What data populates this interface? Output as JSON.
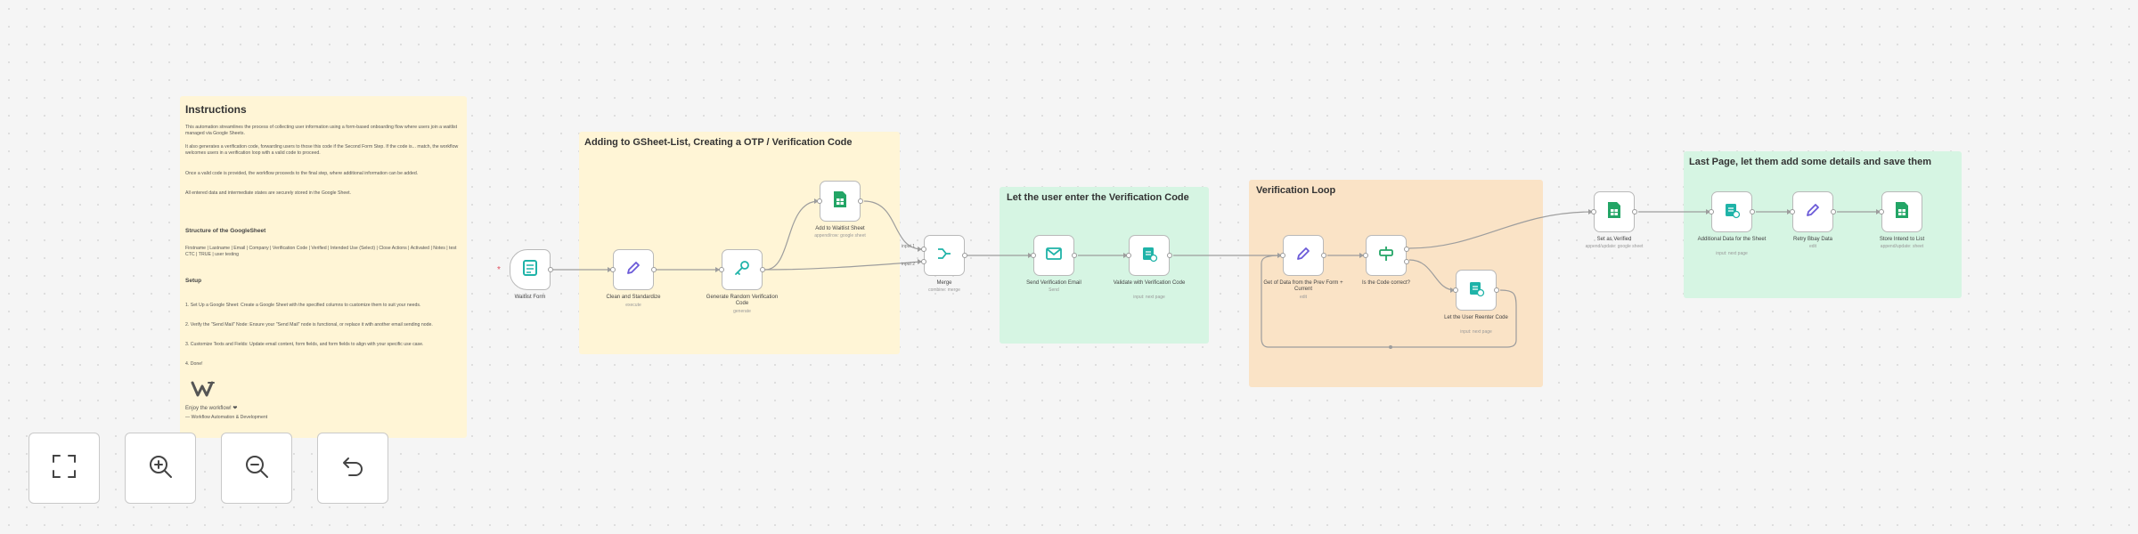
{
  "canvas": {
    "background": "#f5f5f5"
  },
  "instructions": {
    "title": "Instructions",
    "para1": "This automation streamlines the process of collecting user information using a form-based onboarding flow where users join a waitlist managed via Google Sheets.",
    "para2": "It also generates a verification code, forwarding users to those this code if the Second Form Step. If the code is... match, the workflow welcomes users in a verification loop with a valid code to proceed.",
    "para3": "Once a valid code is provided, the workflow proceeds to the final step, where additional information can be added.",
    "para4": "All entered data and intermediate states are securely stored in the Google Sheet.",
    "structure_head": "Structure of the GoogleSheet",
    "structure_text": "Firstname | Lastname | Email | Company | Verification Code | Verified | Intended Use (Select) | Close Actions | Activated | Notes | test CTC | TRUE | user testing",
    "setup_head": "Setup",
    "setup_items": [
      "1. Set Up a Google Sheet: Create a Google Sheet with the specified columns to customize them to suit your needs.",
      "2. Verify the \"Send Mail\" Node: Ensure your \"Send Mail\" node is functional, or replace it with another email sending node.",
      "3. Customize Texts and Fields: Update email content, form fields, and form fields to align with your specific use case.",
      "4. Done!"
    ],
    "footer_line1": "Enjoy the workflow! ❤",
    "footer_line2": "— Workflow Automation & Development"
  },
  "stickies": {
    "gsheet": "Adding to GSheet-List, Creating a OTP / Verification Code",
    "enter": "Let the user enter the Verification Code",
    "loop": "Verification Loop",
    "last": "Last Page, let them add some details and save them"
  },
  "nodes": {
    "waitlist_form": {
      "label": "Waitlist Form",
      "sub": "",
      "icon": "form-icon"
    },
    "clean_standardize": {
      "label": "Clean and Standardize",
      "sub": "execute",
      "icon": "pencil-icon"
    },
    "generate_code": {
      "label": "Generate Random Verification Code",
      "sub": "generate",
      "icon": "key-icon"
    },
    "add_waitlist": {
      "label": "Add to Waitlist Sheet",
      "sub": "append/row: google sheet",
      "icon": "sheets-icon"
    },
    "merge": {
      "label": "Merge",
      "sub": "combine: merge",
      "icon": "merge-icon"
    },
    "send_email": {
      "label": "Send Verification Email",
      "sub": "Send",
      "icon": "mail-icon"
    },
    "validate_code": {
      "label": "Validate with Verification Code",
      "sub": "input: next page",
      "icon": "form-check-icon"
    },
    "get_data": {
      "label": "Get of Data from the Prev Form + Current",
      "sub": "edit",
      "icon": "pencil-icon"
    },
    "is_code_correct": {
      "label": "Is the Code correct?",
      "sub": "",
      "icon": "if-icon"
    },
    "reenter_code": {
      "label": "Let the User Reenter Code",
      "sub": "input: next page",
      "icon": "form-check-icon"
    },
    "set_verified": {
      "label": "Set as Verified",
      "sub": "append/update: google sheet",
      "icon": "sheets-icon"
    },
    "additional_data": {
      "label": "Additional Data for the Sheet",
      "sub": "input: next page",
      "icon": "form-check-icon"
    },
    "retry_data": {
      "label": "Retry Bbay Data",
      "sub": "edit",
      "icon": "pencil-icon"
    },
    "store_list": {
      "label": "Store Intend to List",
      "sub": "append/update: sheet",
      "icon": "sheets-icon"
    }
  },
  "edge_labels": {
    "merge_input1": "input 1",
    "merge_input2": "input 2"
  },
  "controls": {
    "fit": "fit-view-icon",
    "zoom_in": "zoom-in-icon",
    "zoom_out": "zoom-out-icon",
    "undo": "undo-icon"
  },
  "colors": {
    "sheets_green": "#23a566",
    "teal_icon": "#1fb3a8",
    "purple_icon": "#6b5ad8",
    "sticky_yellow": "#fff5d6",
    "sticky_green": "#d6f5e3",
    "sticky_orange": "#fae3c6"
  }
}
